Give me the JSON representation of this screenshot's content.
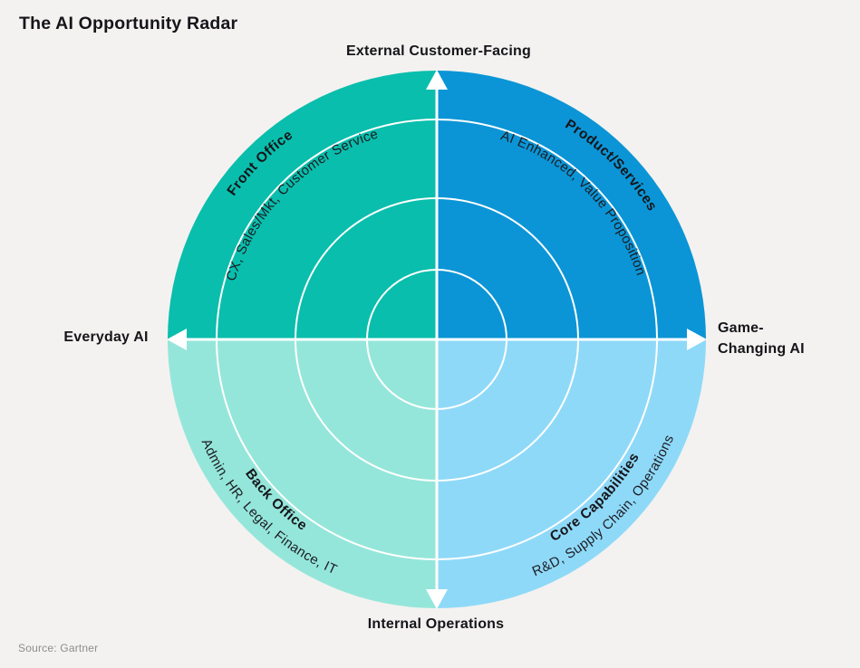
{
  "title": "The AI Opportunity Radar",
  "source": "Source: Gartner",
  "axes": {
    "top": "External Customer-Facing",
    "bottom": "Internal Operations",
    "left": "Everyday AI",
    "right_line1": "Game-",
    "right_line2": "Changing AI"
  },
  "quadrants": [
    {
      "position": "top-left",
      "title": "Front Office",
      "subtitle": "CX, Sales/Mkt, Customer Service",
      "color": "#09BEAC"
    },
    {
      "position": "top-right",
      "title": "Product/Services",
      "subtitle": "AI Enhanced, Value Proposition",
      "color": "#0B95D6"
    },
    {
      "position": "bottom-left",
      "title": "Back Office",
      "subtitle": "Admin, HR, Legal, Finance, IT",
      "color": "#95E6DA"
    },
    {
      "position": "bottom-right",
      "title": "Core Capabilities",
      "subtitle": "R&D, Supply Chain, Operations",
      "color": "#8FD9F8"
    }
  ],
  "colors": {
    "background": "#F3F2F0",
    "grid_lines": "#FFFFFF",
    "text": "#15151A",
    "source_text": "#8D8D8D"
  }
}
